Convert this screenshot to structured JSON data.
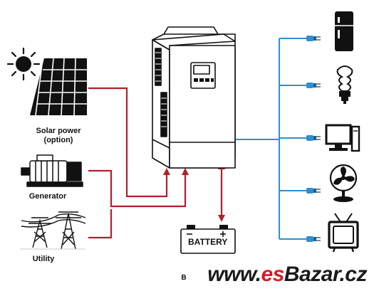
{
  "sources": [
    {
      "id": "solar",
      "line1": "Solar power",
      "line2": "(option)"
    },
    {
      "id": "generator",
      "line1": "Generator",
      "line2": ""
    },
    {
      "id": "utility",
      "line1": "Utility",
      "line2": ""
    }
  ],
  "battery": {
    "label": "BATTERY",
    "partial_label": "B"
  },
  "loads": [
    "refrigerator-icon",
    "lightbulb-icon",
    "computer-icon",
    "fan-icon",
    "tv-icon"
  ],
  "watermark": {
    "prefix": "www.",
    "brand_red": "es",
    "brand_rest": "Bazar",
    "suffix": ".cz"
  },
  "colors": {
    "source_line": "#b0202a",
    "load_line": "#2f8fcf",
    "battery_arrow": "#b0202a",
    "watermark_red": "#d41c24"
  }
}
